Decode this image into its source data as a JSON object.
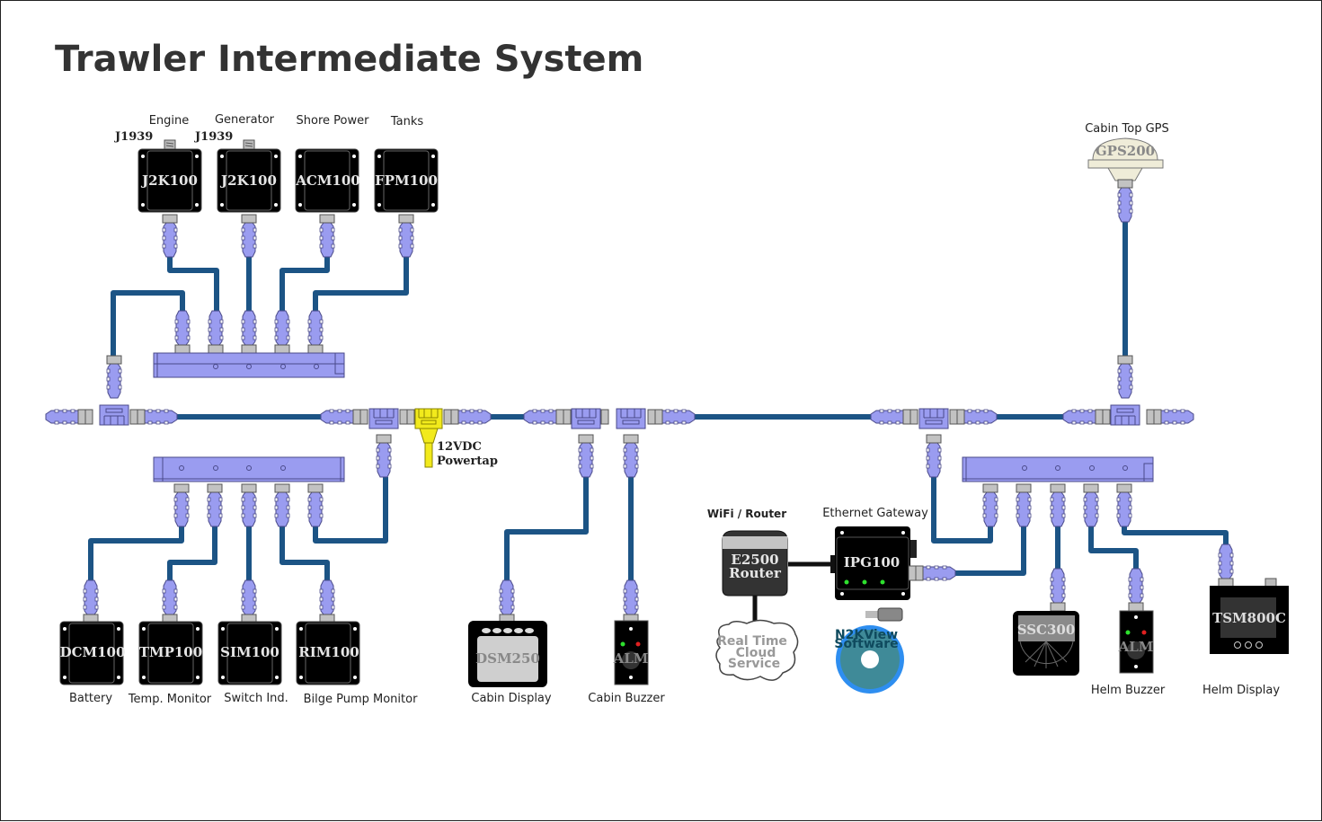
{
  "title": "Trawler Intermediate System",
  "colors": {
    "cable": "#1c5485",
    "connector": "#9a9cf0",
    "connector_stroke": "#4a4a8a",
    "coupling": "#c2c2c2",
    "device": "#000000",
    "powertap": "#f2ea1c",
    "cd_ring": "#2e8ef0",
    "cd_disc": "#3f8a98"
  },
  "top_devices": [
    {
      "id": "j2k100-engine",
      "model": "J2K100",
      "label": "Engine",
      "port": "J1939"
    },
    {
      "id": "j2k100-generator",
      "model": "J2K100",
      "label": "Generator",
      "port": "J1939"
    },
    {
      "id": "acm100",
      "model": "ACM100",
      "label": "Shore Power"
    },
    {
      "id": "fpm100",
      "model": "FPM100",
      "label": "Tanks"
    }
  ],
  "bottom_devices": [
    {
      "id": "dcm100",
      "model": "DCM100",
      "label": "Battery"
    },
    {
      "id": "tmp100",
      "model": "TMP100",
      "label": "Temp. Monitor"
    },
    {
      "id": "sim100",
      "model": "SIM100",
      "label": "Switch Ind."
    },
    {
      "id": "rim100",
      "model": "RIM100",
      "label": "Bilge Pump Monitor"
    }
  ],
  "cabin": {
    "display": {
      "model": "DSM250",
      "label": "Cabin Display"
    },
    "buzzer": {
      "model": "ALM",
      "label": "Cabin Buzzer"
    }
  },
  "powertap": {
    "line1": "12VDC",
    "line2": "Powertap"
  },
  "network": {
    "router": {
      "heading": "WiFi / Router",
      "line1": "E2500",
      "line2": "Router"
    },
    "gateway": {
      "heading": "Ethernet Gateway",
      "model": "IPG100"
    },
    "cloud": {
      "line1": "Real Time",
      "line2": "Cloud",
      "line3": "Service"
    },
    "software": {
      "line1": "N2KView",
      "line2": "Software"
    }
  },
  "gps": {
    "model": "GPS200",
    "label": "Cabin Top GPS"
  },
  "helm": {
    "compass": {
      "model": "SSC300"
    },
    "buzzer": {
      "model": "ALM",
      "label": "Helm Buzzer"
    },
    "display": {
      "model": "TSM800C",
      "label": "Helm Display"
    }
  }
}
